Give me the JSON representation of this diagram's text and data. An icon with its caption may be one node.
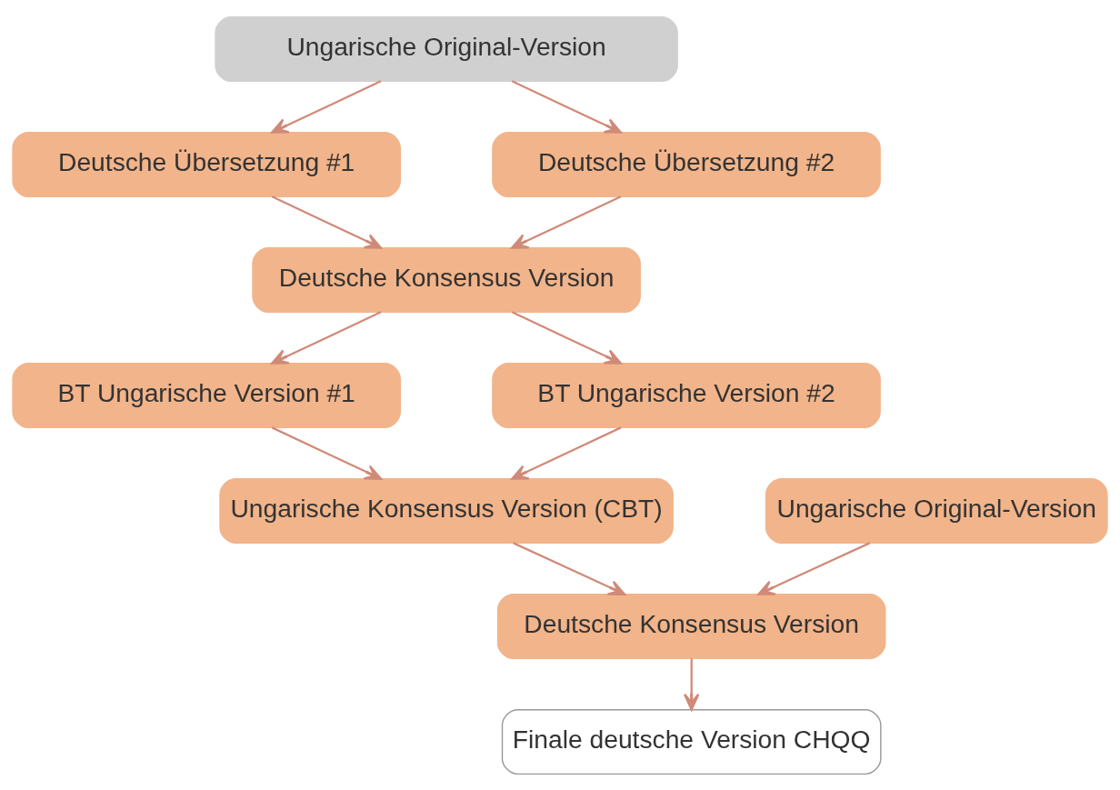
{
  "diagram": {
    "nodes": [
      {
        "text": [
          "Ungarische Original-Version"
        ]
      },
      {
        "text": [
          "Deutsche Übersetzung #1"
        ]
      },
      {
        "text": [
          "Deutsche Übersetzung #2"
        ]
      },
      {
        "text": [
          "Deutsche Konsensus Version"
        ]
      },
      {
        "text": [
          "BT Ungarische Version #1"
        ]
      },
      {
        "text": [
          "BT Ungarische Version #2"
        ]
      },
      {
        "text": [
          "Ungarische Konsensus Version (CBT)"
        ]
      },
      {
        "text": [
          "Ungarische Original-Version"
        ]
      },
      {
        "text": [
          "Deutsche Konsensus Version"
        ]
      },
      {
        "text": [
          "Finale deutsche Version CHQQ"
        ]
      }
    ],
    "edges": [
      {
        "from": 0,
        "to": 1,
        "arrow": "to"
      },
      {
        "from": 0,
        "to": 2,
        "arrow": "to"
      },
      {
        "from": 1,
        "to": 3,
        "arrow": "to"
      },
      {
        "from": 2,
        "to": 3,
        "arrow": "to"
      },
      {
        "from": 3,
        "to": 4,
        "arrow": "to"
      },
      {
        "from": 3,
        "to": 5,
        "arrow": "to"
      },
      {
        "from": 4,
        "to": 6,
        "arrow": "to"
      },
      {
        "from": 5,
        "to": 6,
        "arrow": "to"
      },
      {
        "from": 6,
        "to": 8,
        "arrow": "to"
      },
      {
        "from": 7,
        "to": 8,
        "arrow": "to"
      },
      {
        "from": 8,
        "to": 9,
        "arrow": "to"
      }
    ]
  }
}
